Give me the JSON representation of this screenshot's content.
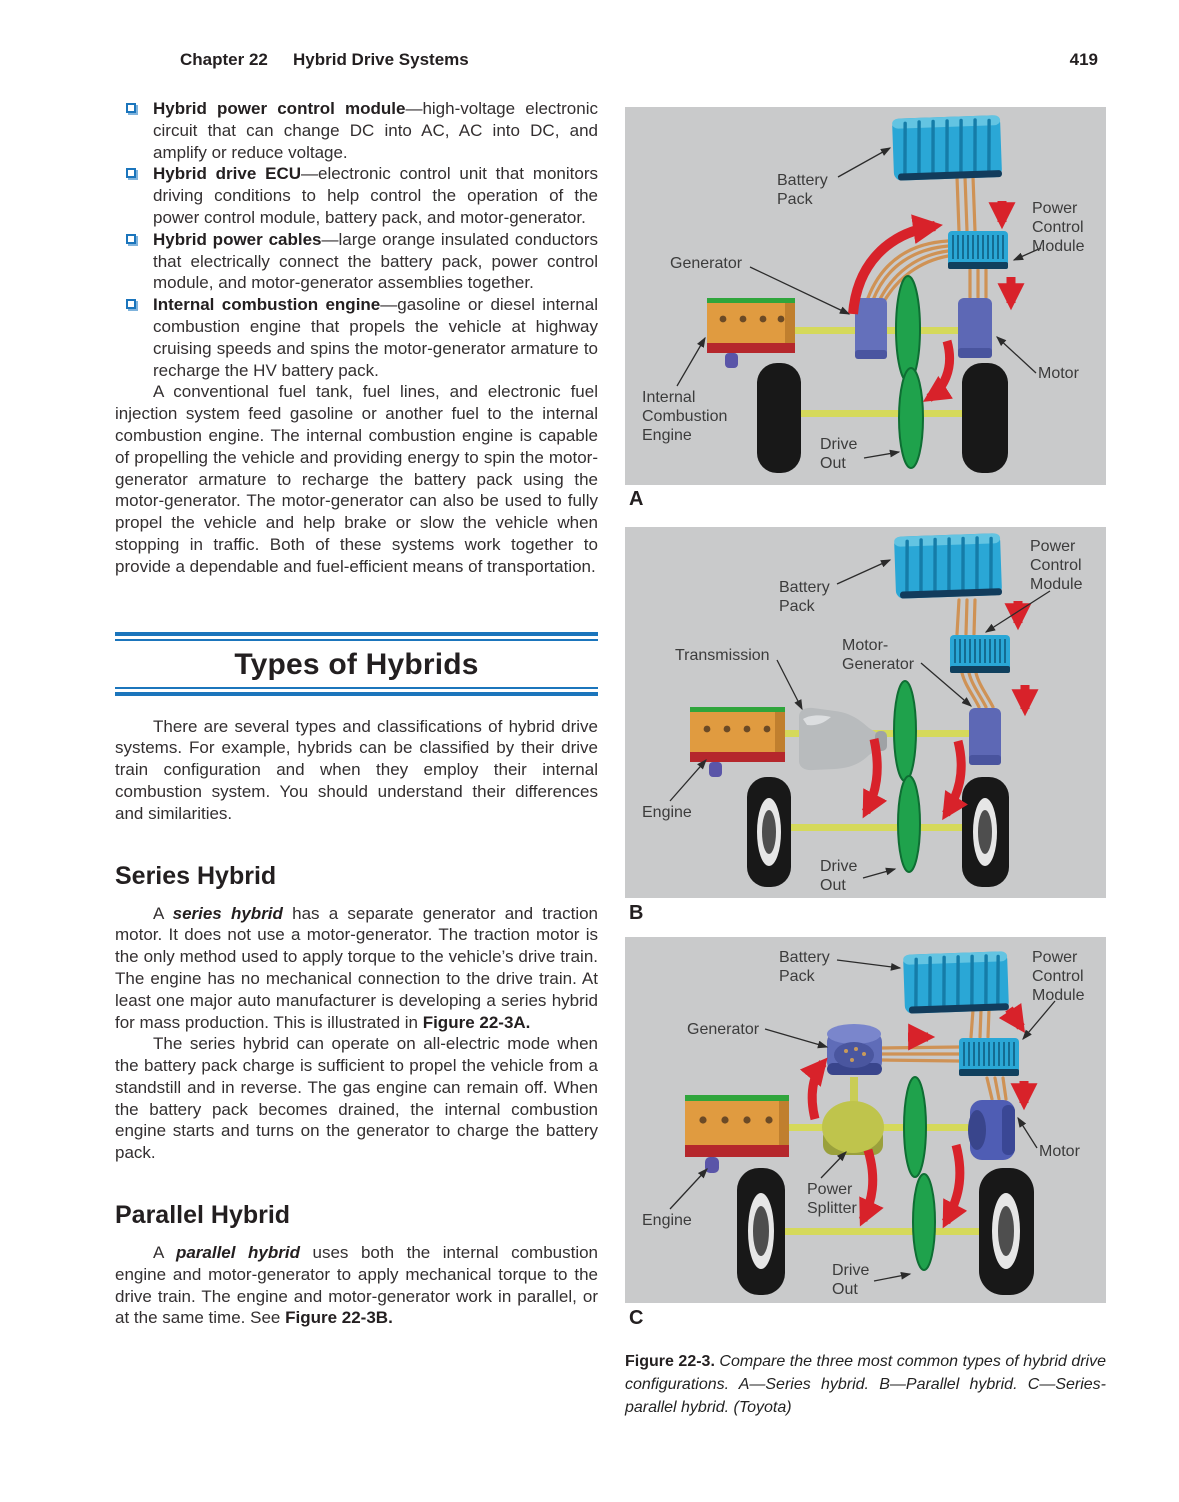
{
  "page": {
    "chapter": "Chapter 22",
    "title": "Hybrid Drive Systems",
    "page_number": "419"
  },
  "colors": {
    "rule_blue": "#1b75bc",
    "bullet_blue": "#1b75bc",
    "diagram_bg": "#c9cacb",
    "battery_cyan": "#2aa7d6",
    "cable_orange": "#cf9255",
    "arrow_red": "#d8222a",
    "engine_orange": "#e09b40",
    "motor_blue": "#5d68b5",
    "disc_green": "#1fa24c",
    "shaft_yellow": "#d5d95b",
    "splitter_yellow": "#bfc44c",
    "transmission_gray": "#b8bbbd"
  },
  "left_column": {
    "bullets": [
      {
        "segments": [
          {
            "t": "Hybrid power control module",
            "b": true
          },
          {
            "t": "—high-voltage electronic circuit that can change DC into AC, AC into DC, and amplify or reduce voltage."
          }
        ]
      },
      {
        "segments": [
          {
            "t": "Hybrid drive ECU",
            "b": true
          },
          {
            "t": "—electronic control unit that monitors driving conditions to help control the operation of the power control module, battery pack, and motor-generator."
          }
        ]
      },
      {
        "segments": [
          {
            "t": "Hybrid power cables",
            "b": true
          },
          {
            "t": "—large orange insulated conductors that electrically connect the battery pack, power control module, and motor-generator assemblies together."
          }
        ]
      },
      {
        "segments": [
          {
            "t": "Internal combustion engine",
            "b": true
          },
          {
            "t": "—gasoline or diesel internal combustion engine that propels the vehicle at highway cruising speeds and spins the motor-generator armature to recharge the HV battery pack."
          }
        ]
      }
    ],
    "para_fuel": "A conventional fuel tank, fuel lines, and electronic fuel injection system feed gasoline or another fuel to the internal combustion engine. The internal combustion engine is capable of propelling the vehicle and providing energy to spin the motor-generator armature to recharge the battery pack using the motor-generator. The motor-generator can also be used to fully propel the vehicle and help brake or slow the vehicle when stopping in traffic. Both of these systems work together to provide a dependable and fuel-efficient means of transportation.",
    "section_heading": "Types of Hybrids",
    "para_types": "There are several types and classifications of hybrid drive systems. For example, hybrids can be classified by their drive train configuration and when they employ their internal combustion system. You should understand their differences and similarities.",
    "series_heading": "Series Hybrid",
    "series_p1_segments": [
      {
        "t": "A "
      },
      {
        "t": "series hybrid",
        "b": true,
        "i": true
      },
      {
        "t": " has a separate generator and traction motor. It does not use a motor-generator. The traction motor is the only method used to apply torque to the vehicle’s drive train. The engine has no mechanical connection to the drive train. At least one major auto manufacturer is developing a series hybrid for mass production. This is illustrated in "
      },
      {
        "t": "Figure 22-3A.",
        "b": true
      }
    ],
    "series_p2": "The series hybrid can operate on all-electric mode when the battery pack charge is sufficient to propel the vehicle from a standstill and in reverse. The gas engine can remain off. When the battery pack becomes drained, the internal combustion engine starts and turns on the generator to charge the battery pack.",
    "parallel_heading": "Parallel Hybrid",
    "parallel_p1_segments": [
      {
        "t": "A "
      },
      {
        "t": "parallel hybrid",
        "b": true,
        "i": true
      },
      {
        "t": " uses both the internal combustion engine and motor-generator to apply mechanical torque to the drive train. The engine and motor-generator work in parallel, or at the same time. See "
      },
      {
        "t": "Figure 22-3B.",
        "b": true
      }
    ]
  },
  "figures": {
    "a": {
      "letter": "A",
      "labels": {
        "battery": "Battery\nPack",
        "pcm": "Power\nControl\nModule",
        "generator": "Generator",
        "motor": "Motor",
        "engine": "Internal\nCombustion\nEngine",
        "drive_out": "Drive\nOut"
      }
    },
    "b": {
      "letter": "B",
      "labels": {
        "battery": "Battery\nPack",
        "pcm": "Power\nControl\nModule",
        "transmission": "Transmission",
        "motor_generator": "Motor-\nGenerator",
        "engine": "Engine",
        "drive_out": "Drive\nOut"
      }
    },
    "c": {
      "letter": "C",
      "labels": {
        "battery": "Battery\nPack",
        "pcm": "Power\nControl\nModule",
        "generator": "Generator",
        "engine": "Engine",
        "power_splitter": "Power\nSplitter",
        "motor": "Motor",
        "drive_out": "Drive\nOut"
      }
    },
    "caption_segments": [
      {
        "t": "Figure 22-3. ",
        "b": true
      },
      {
        "t": "Compare the three most common types of hybrid drive configurations. A—Series hybrid. B—Parallel hybrid. C—Series-parallel hybrid. (Toyota)",
        "i": true
      }
    ]
  }
}
